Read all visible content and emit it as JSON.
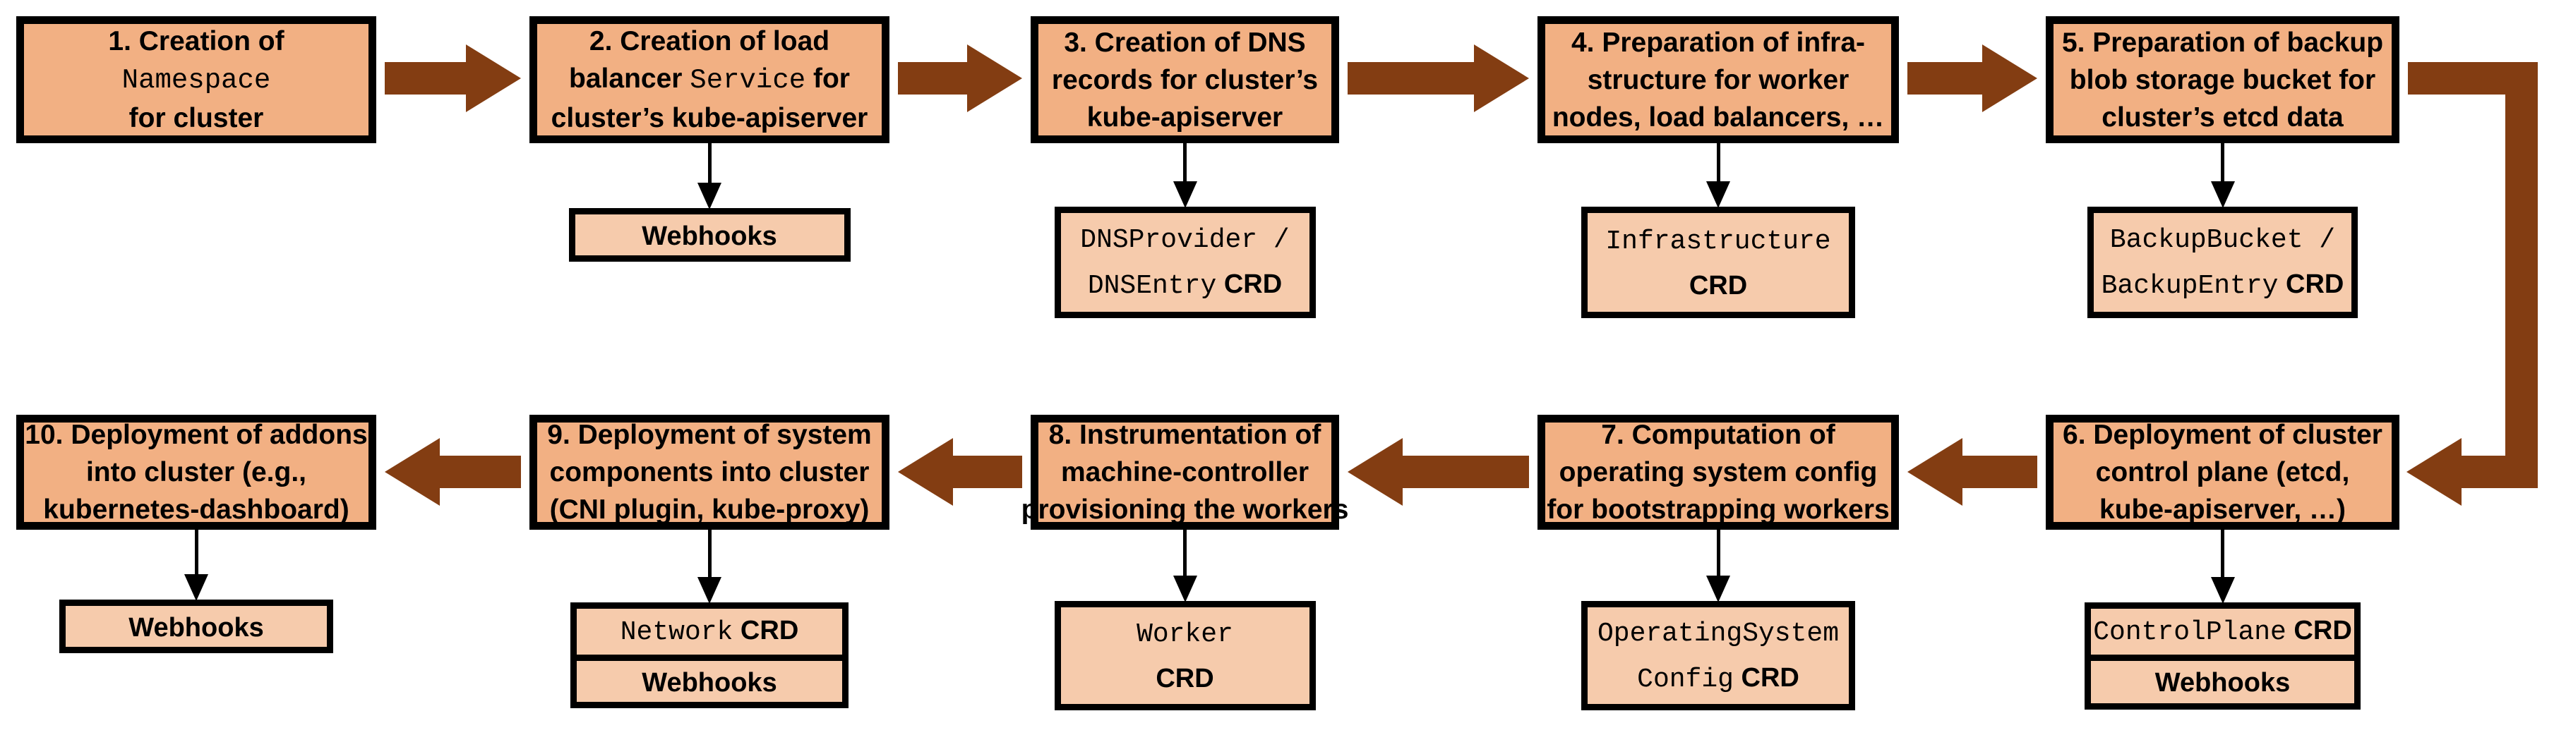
{
  "diagram": {
    "palette": {
      "step_fill": "#F2B083",
      "crd_fill": "#F6CBAC",
      "arrow_brown": "#833D12",
      "border": "#000000",
      "background": "#FFFFFF"
    },
    "steps": [
      {
        "id": 1,
        "lines": [
          [
            {
              "t": "1. Creation of",
              "f": "sans"
            }
          ],
          [
            {
              "t": "Namespace",
              "f": "mono"
            }
          ],
          [
            {
              "t": "for cluster",
              "f": "sans"
            }
          ]
        ],
        "children": []
      },
      {
        "id": 2,
        "lines": [
          [
            {
              "t": "2. Creation of load",
              "f": "sans"
            }
          ],
          [
            {
              "t": "balancer ",
              "f": "sans"
            },
            {
              "t": "Service",
              "f": "mono"
            },
            {
              "t": " for",
              "f": "sans"
            }
          ],
          [
            {
              "t": "cluster’s kube-apiserver",
              "f": "sans"
            }
          ]
        ],
        "children": [
          {
            "cells": [
              {
                "lines": [
                  [
                    {
                      "t": "Webhooks",
                      "f": "sans"
                    }
                  ]
                ]
              }
            ]
          }
        ]
      },
      {
        "id": 3,
        "lines": [
          [
            {
              "t": "3. Creation of DNS",
              "f": "sans"
            }
          ],
          [
            {
              "t": "records for cluster’s",
              "f": "sans"
            }
          ],
          [
            {
              "t": "kube-apiserver",
              "f": "sans"
            }
          ]
        ],
        "children": [
          {
            "cells": [
              {
                "lines": [
                  [
                    {
                      "t": "DNSProvider /",
                      "f": "mono"
                    }
                  ],
                  [
                    {
                      "t": "DNSEntry",
                      "f": "mono"
                    },
                    {
                      "t": " CRD",
                      "f": "sans"
                    }
                  ]
                ]
              }
            ]
          }
        ]
      },
      {
        "id": 4,
        "lines": [
          [
            {
              "t": "4. Preparation of infra-",
              "f": "sans"
            }
          ],
          [
            {
              "t": "structure for worker",
              "f": "sans"
            }
          ],
          [
            {
              "t": "nodes, load balancers, …",
              "f": "sans"
            }
          ]
        ],
        "children": [
          {
            "cells": [
              {
                "lines": [
                  [
                    {
                      "t": "Infrastructure",
                      "f": "mono"
                    }
                  ],
                  [
                    {
                      "t": "CRD",
                      "f": "sans"
                    }
                  ]
                ]
              }
            ]
          }
        ]
      },
      {
        "id": 5,
        "lines": [
          [
            {
              "t": "5. Preparation of backup",
              "f": "sans"
            }
          ],
          [
            {
              "t": "blob storage bucket for",
              "f": "sans"
            }
          ],
          [
            {
              "t": "cluster’s etcd data",
              "f": "sans"
            }
          ]
        ],
        "children": [
          {
            "cells": [
              {
                "lines": [
                  [
                    {
                      "t": "BackupBucket /",
                      "f": "mono"
                    }
                  ],
                  [
                    {
                      "t": "BackupEntry",
                      "f": "mono"
                    },
                    {
                      "t": " CRD",
                      "f": "sans"
                    }
                  ]
                ]
              }
            ]
          }
        ]
      },
      {
        "id": 6,
        "lines": [
          [
            {
              "t": "6. Deployment of cluster",
              "f": "sans"
            }
          ],
          [
            {
              "t": "control plane (etcd,",
              "f": "sans"
            }
          ],
          [
            {
              "t": "kube-apiserver, …)",
              "f": "sans"
            }
          ]
        ],
        "children": [
          {
            "cells": [
              {
                "lines": [
                  [
                    {
                      "t": "ControlPlane",
                      "f": "mono"
                    },
                    {
                      "t": " CRD",
                      "f": "sans"
                    }
                  ]
                ]
              },
              {
                "lines": [
                  [
                    {
                      "t": "Webhooks",
                      "f": "sans"
                    }
                  ]
                ]
              }
            ]
          }
        ]
      },
      {
        "id": 7,
        "lines": [
          [
            {
              "t": "7. Computation of",
              "f": "sans"
            }
          ],
          [
            {
              "t": "operating system config",
              "f": "sans"
            }
          ],
          [
            {
              "t": "for bootstrapping workers",
              "f": "sans"
            }
          ]
        ],
        "children": [
          {
            "cells": [
              {
                "lines": [
                  [
                    {
                      "t": "OperatingSystem",
                      "f": "mono"
                    }
                  ],
                  [
                    {
                      "t": "Config",
                      "f": "mono"
                    },
                    {
                      "t": " CRD",
                      "f": "sans"
                    }
                  ]
                ]
              }
            ]
          }
        ]
      },
      {
        "id": 8,
        "lines": [
          [
            {
              "t": "8. Instrumentation of",
              "f": "sans"
            }
          ],
          [
            {
              "t": "machine-controller",
              "f": "sans"
            }
          ],
          [
            {
              "t": "provisioning the workers",
              "f": "sans"
            }
          ]
        ],
        "children": [
          {
            "cells": [
              {
                "lines": [
                  [
                    {
                      "t": "Worker",
                      "f": "mono"
                    }
                  ],
                  [
                    {
                      "t": "CRD",
                      "f": "sans"
                    }
                  ]
                ]
              }
            ]
          }
        ]
      },
      {
        "id": 9,
        "lines": [
          [
            {
              "t": "9. Deployment of system",
              "f": "sans"
            }
          ],
          [
            {
              "t": "components into cluster",
              "f": "sans"
            }
          ],
          [
            {
              "t": "(CNI plugin, kube-proxy)",
              "f": "sans"
            }
          ]
        ],
        "children": [
          {
            "cells": [
              {
                "lines": [
                  [
                    {
                      "t": "Network",
                      "f": "mono"
                    },
                    {
                      "t": " CRD",
                      "f": "sans"
                    }
                  ]
                ]
              },
              {
                "lines": [
                  [
                    {
                      "t": "Webhooks",
                      "f": "sans"
                    }
                  ]
                ]
              }
            ]
          }
        ]
      },
      {
        "id": 10,
        "lines": [
          [
            {
              "t": "10. Deployment of addons",
              "f": "sans"
            }
          ],
          [
            {
              "t": "into cluster (e.g.,",
              "f": "sans"
            }
          ],
          [
            {
              "t": "kubernetes-dashboard)",
              "f": "sans"
            }
          ]
        ],
        "children": [
          {
            "cells": [
              {
                "lines": [
                  [
                    {
                      "t": "Webhooks",
                      "f": "sans"
                    }
                  ]
                ]
              }
            ]
          }
        ]
      }
    ]
  }
}
